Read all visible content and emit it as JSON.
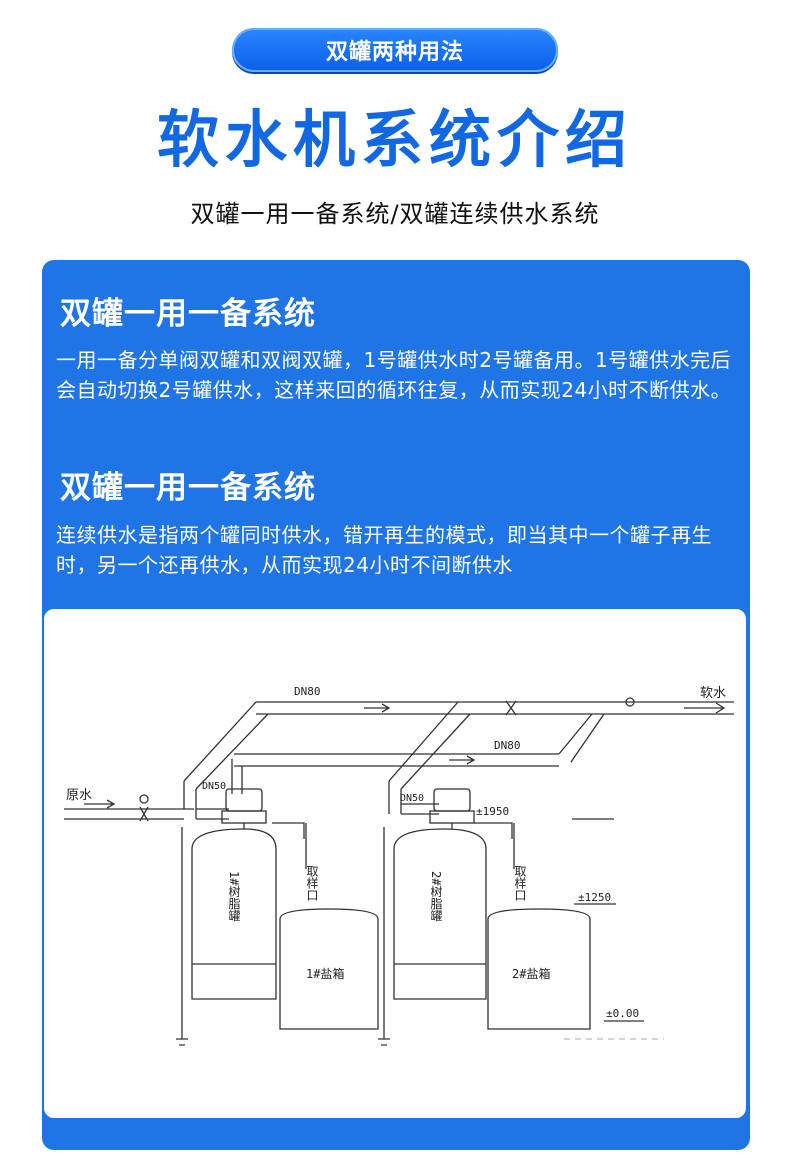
{
  "header": {
    "pill_label": "双罐两种用法",
    "title": "软水机系统介绍",
    "subtitle": "双罐一用一备系统/双罐连续供水系统"
  },
  "sections": [
    {
      "title": "双罐一用一备系统",
      "text": "一用一备分单阀双罐和双阀双罐，1号罐供水时2号罐备用。1号罐供水完后会自动切换2号罐供水，这样来回的循环往复，从而实现24小时不断供水。"
    },
    {
      "title": "双罐一用一备系统",
      "text": "连续供水是指两个罐同时供水，错开再生的模式，即当其中一个罐子再生时，另一个还再供水，从而实现24小时不间断供水"
    }
  ],
  "diagram": {
    "pipe_top": "DN80",
    "pipe_mid": "DN80",
    "soft_water": "软水",
    "raw_water": "原水",
    "dn50_left": "DN50",
    "dn50_right": "DN50",
    "tank1": "1#树脂罐",
    "tank2": "2#树脂罐",
    "brine1": "1#盐箱",
    "brine2": "2#盐箱",
    "sample1": "取样口",
    "sample2": "取样口",
    "level_1950": "±1950",
    "level_1250": "±1250",
    "level_000": "±0.00"
  },
  "colors": {
    "accent": "#1268e3",
    "card_bg": "#1f74e6"
  }
}
